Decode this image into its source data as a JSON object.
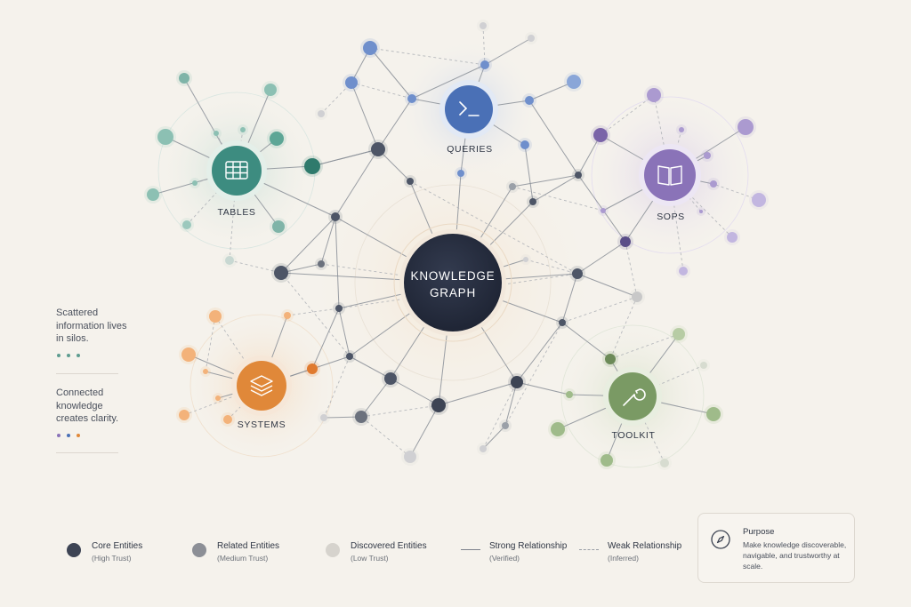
{
  "center": {
    "label_line1": "KNOWLEDGE",
    "label_line2": "GRAPH"
  },
  "hubs": [
    {
      "id": "tables",
      "label": "TABLES",
      "icon": "table-icon",
      "color": "#3d8c80"
    },
    {
      "id": "queries",
      "label": "QUERIES",
      "icon": "terminal-icon",
      "color": "#4a70b6"
    },
    {
      "id": "sops",
      "label": "SOPS",
      "icon": "book-icon",
      "color": "#8a73b8"
    },
    {
      "id": "systems",
      "label": "SYSTEMS",
      "icon": "layers-icon",
      "color": "#e08839"
    },
    {
      "id": "toolkit",
      "label": "TOOLKIT",
      "icon": "wrench-icon",
      "color": "#7a9a64"
    }
  ],
  "side_notes": [
    {
      "text": "Scattered information lives in silos.",
      "dot_colors": [
        "#5d9c90",
        "#5d9c90",
        "#5d9c90"
      ]
    },
    {
      "text": "Connected knowledge creates clarity.",
      "dot_colors": [
        "#8a73b8",
        "#4a70b6",
        "#e08839"
      ]
    }
  ],
  "legend": [
    {
      "title": "Core Entities",
      "sub": "(High Trust)",
      "kind": "dot",
      "color": "#3d4454"
    },
    {
      "title": "Related Entities",
      "sub": "(Medium Trust)",
      "kind": "dot",
      "color": "#8c8f96"
    },
    {
      "title": "Discovered Entities",
      "sub": "(Low Trust)",
      "kind": "dot",
      "color": "#d6d3cd"
    },
    {
      "title": "Strong Relationship",
      "sub": "(Verified)",
      "kind": "solid-line",
      "color": "#7d828c"
    },
    {
      "title": "Weak Relationship",
      "sub": "(Inferred)",
      "kind": "dashed-line",
      "color": "#9a9ea6"
    }
  ],
  "purpose": {
    "title": "Purpose",
    "text": "Make knowledge discoverable, navigable, and trustworthy at scale.",
    "icon": "compass-icon"
  }
}
